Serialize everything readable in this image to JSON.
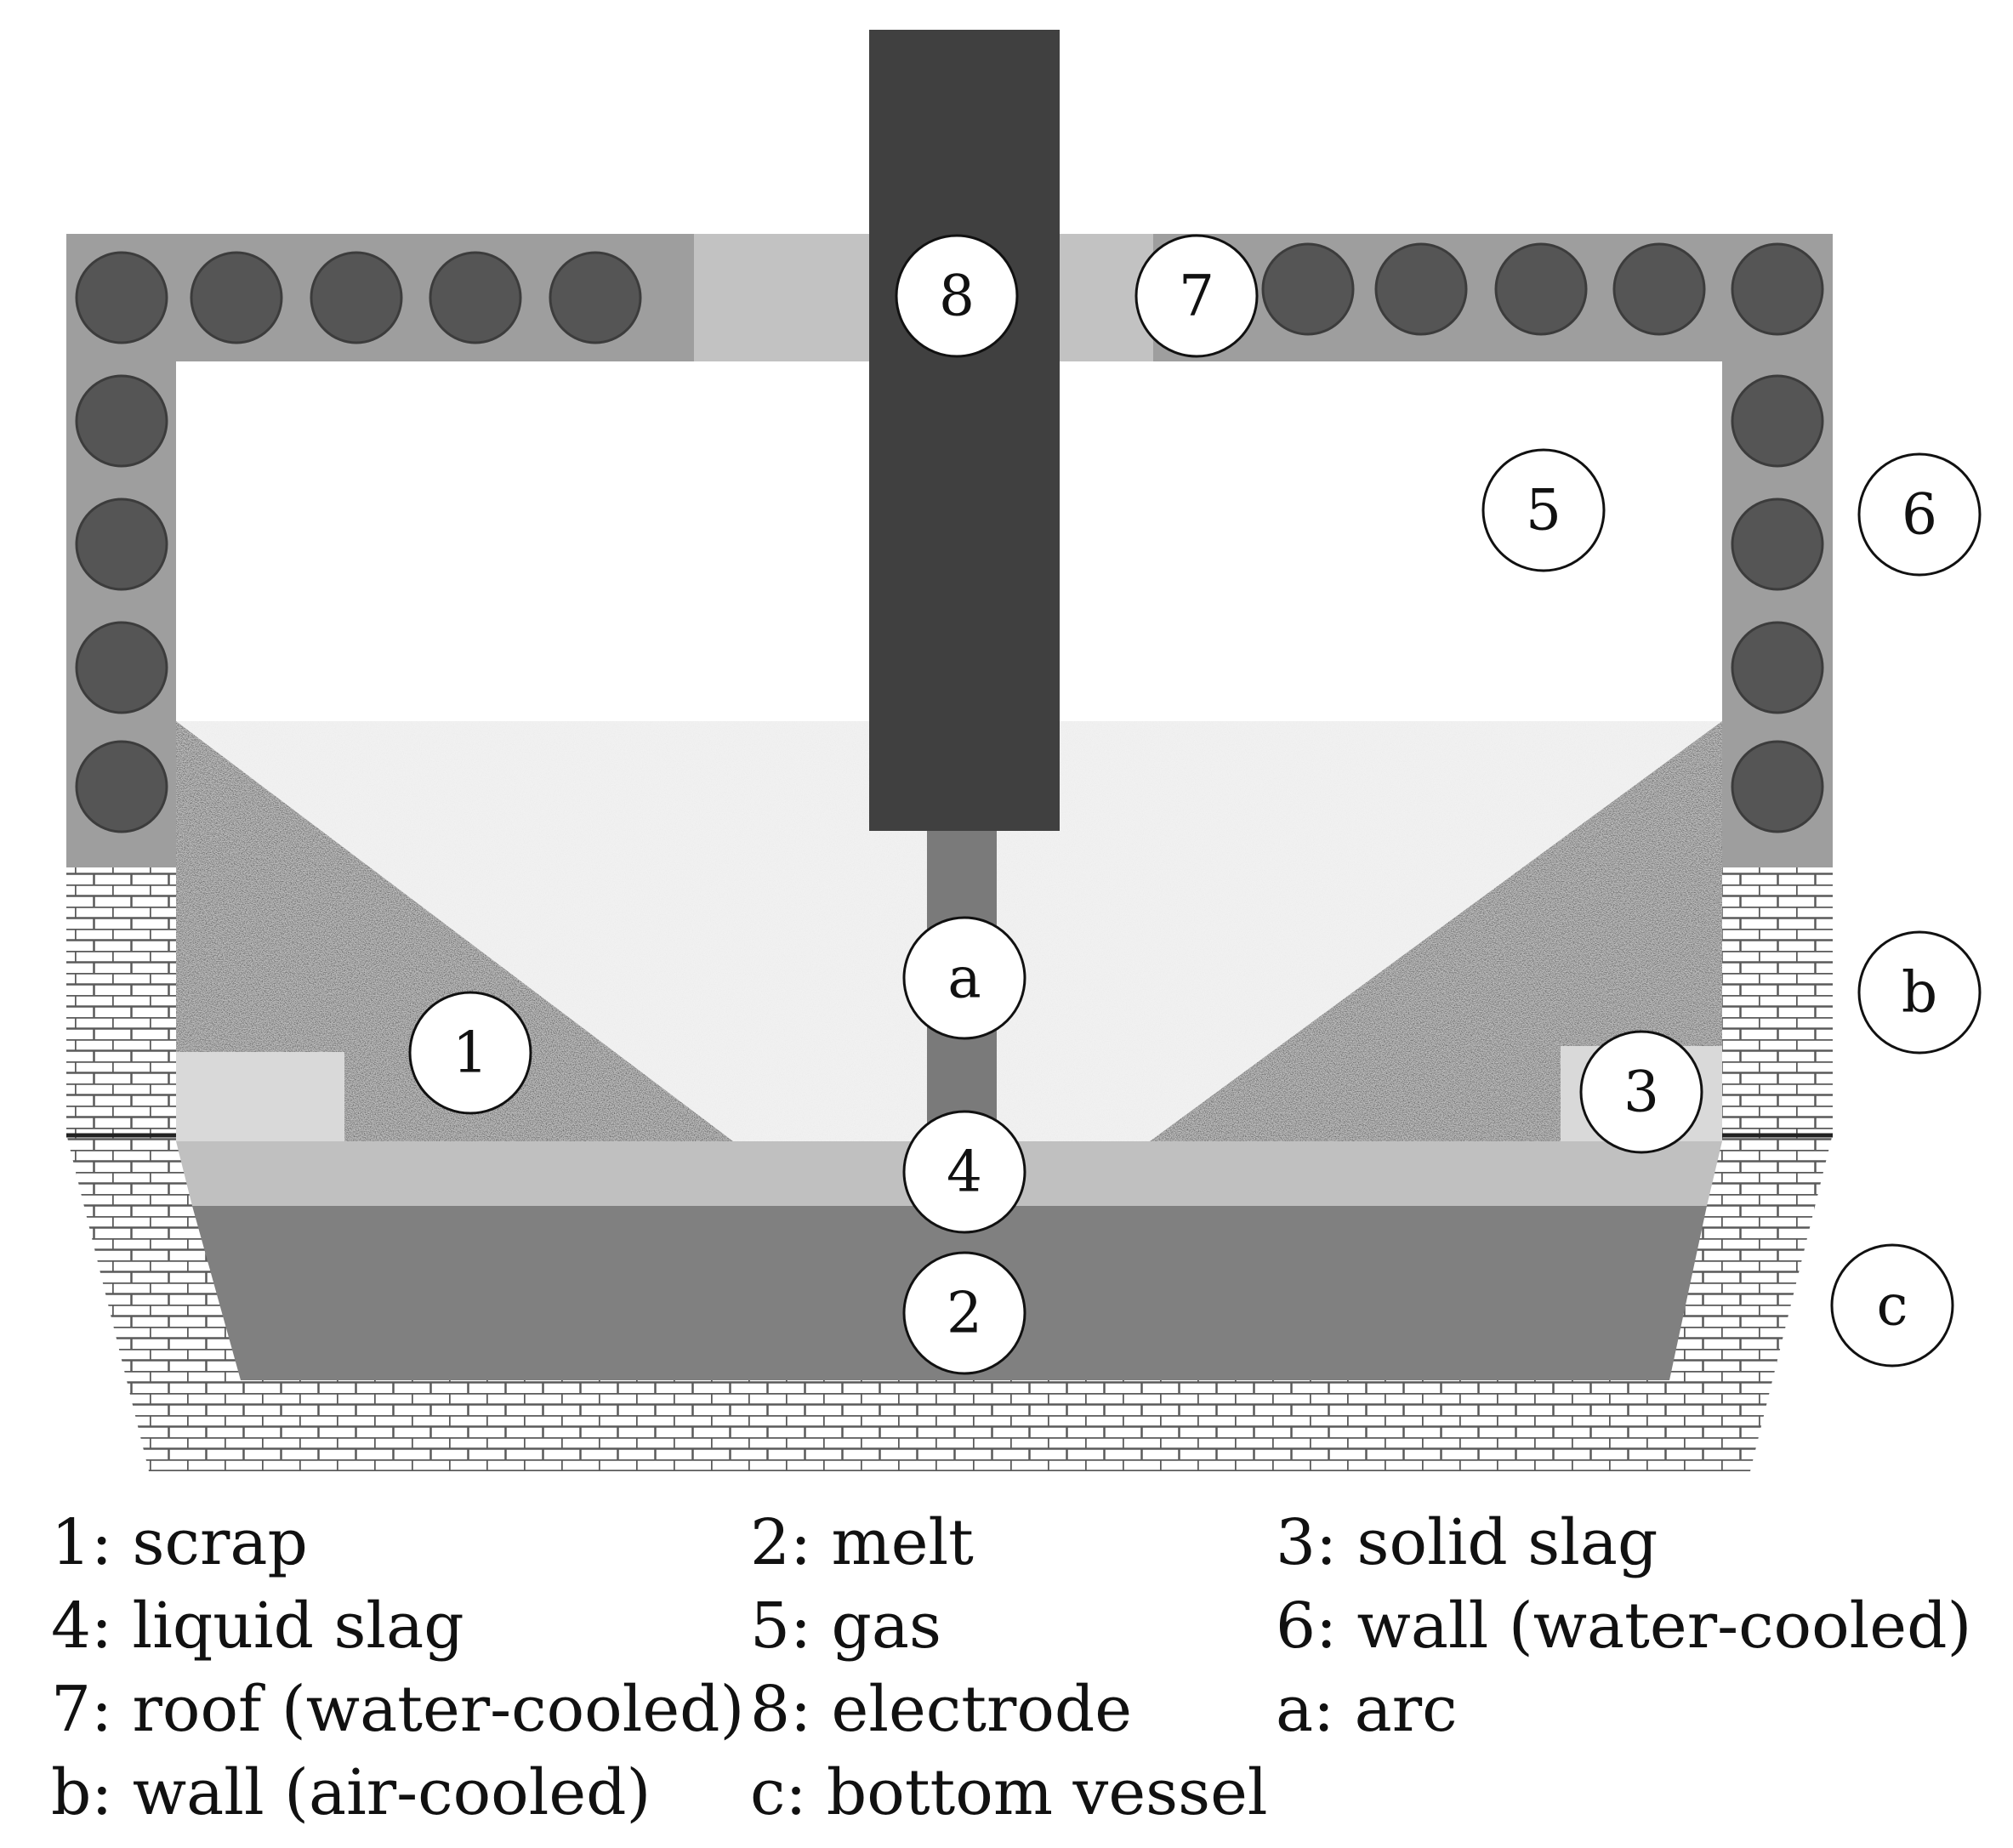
{
  "callouts": {
    "scrap": "1",
    "melt": "2",
    "solid_slag": "3",
    "liquid_slag": "4",
    "gas": "5",
    "wall_water_cooled": "6",
    "roof_water_cooled": "7",
    "electrode": "8",
    "arc": "a",
    "wall_air_cooled": "b",
    "bottom_vessel": "c"
  },
  "legend": [
    "1: scrap",
    "2: melt",
    "3: solid slag",
    "4: liquid slag",
    "5: gas",
    "6: wall (water-cooled)",
    "7: roof (water-cooled)",
    "8: electrode",
    "a: arc",
    "b: wall (air-cooled)",
    "c: bottom vessel"
  ],
  "colors": {
    "water_cooled_panel": "#9e9e9e",
    "cooling_pipe": "#555555",
    "electrode": "#404040",
    "arc": "#7a7a7a",
    "melt": "#808080",
    "liquid_slag": "#c0c0c0",
    "solid_slag": "#d9d9d9",
    "brick_line": "#555555"
  }
}
